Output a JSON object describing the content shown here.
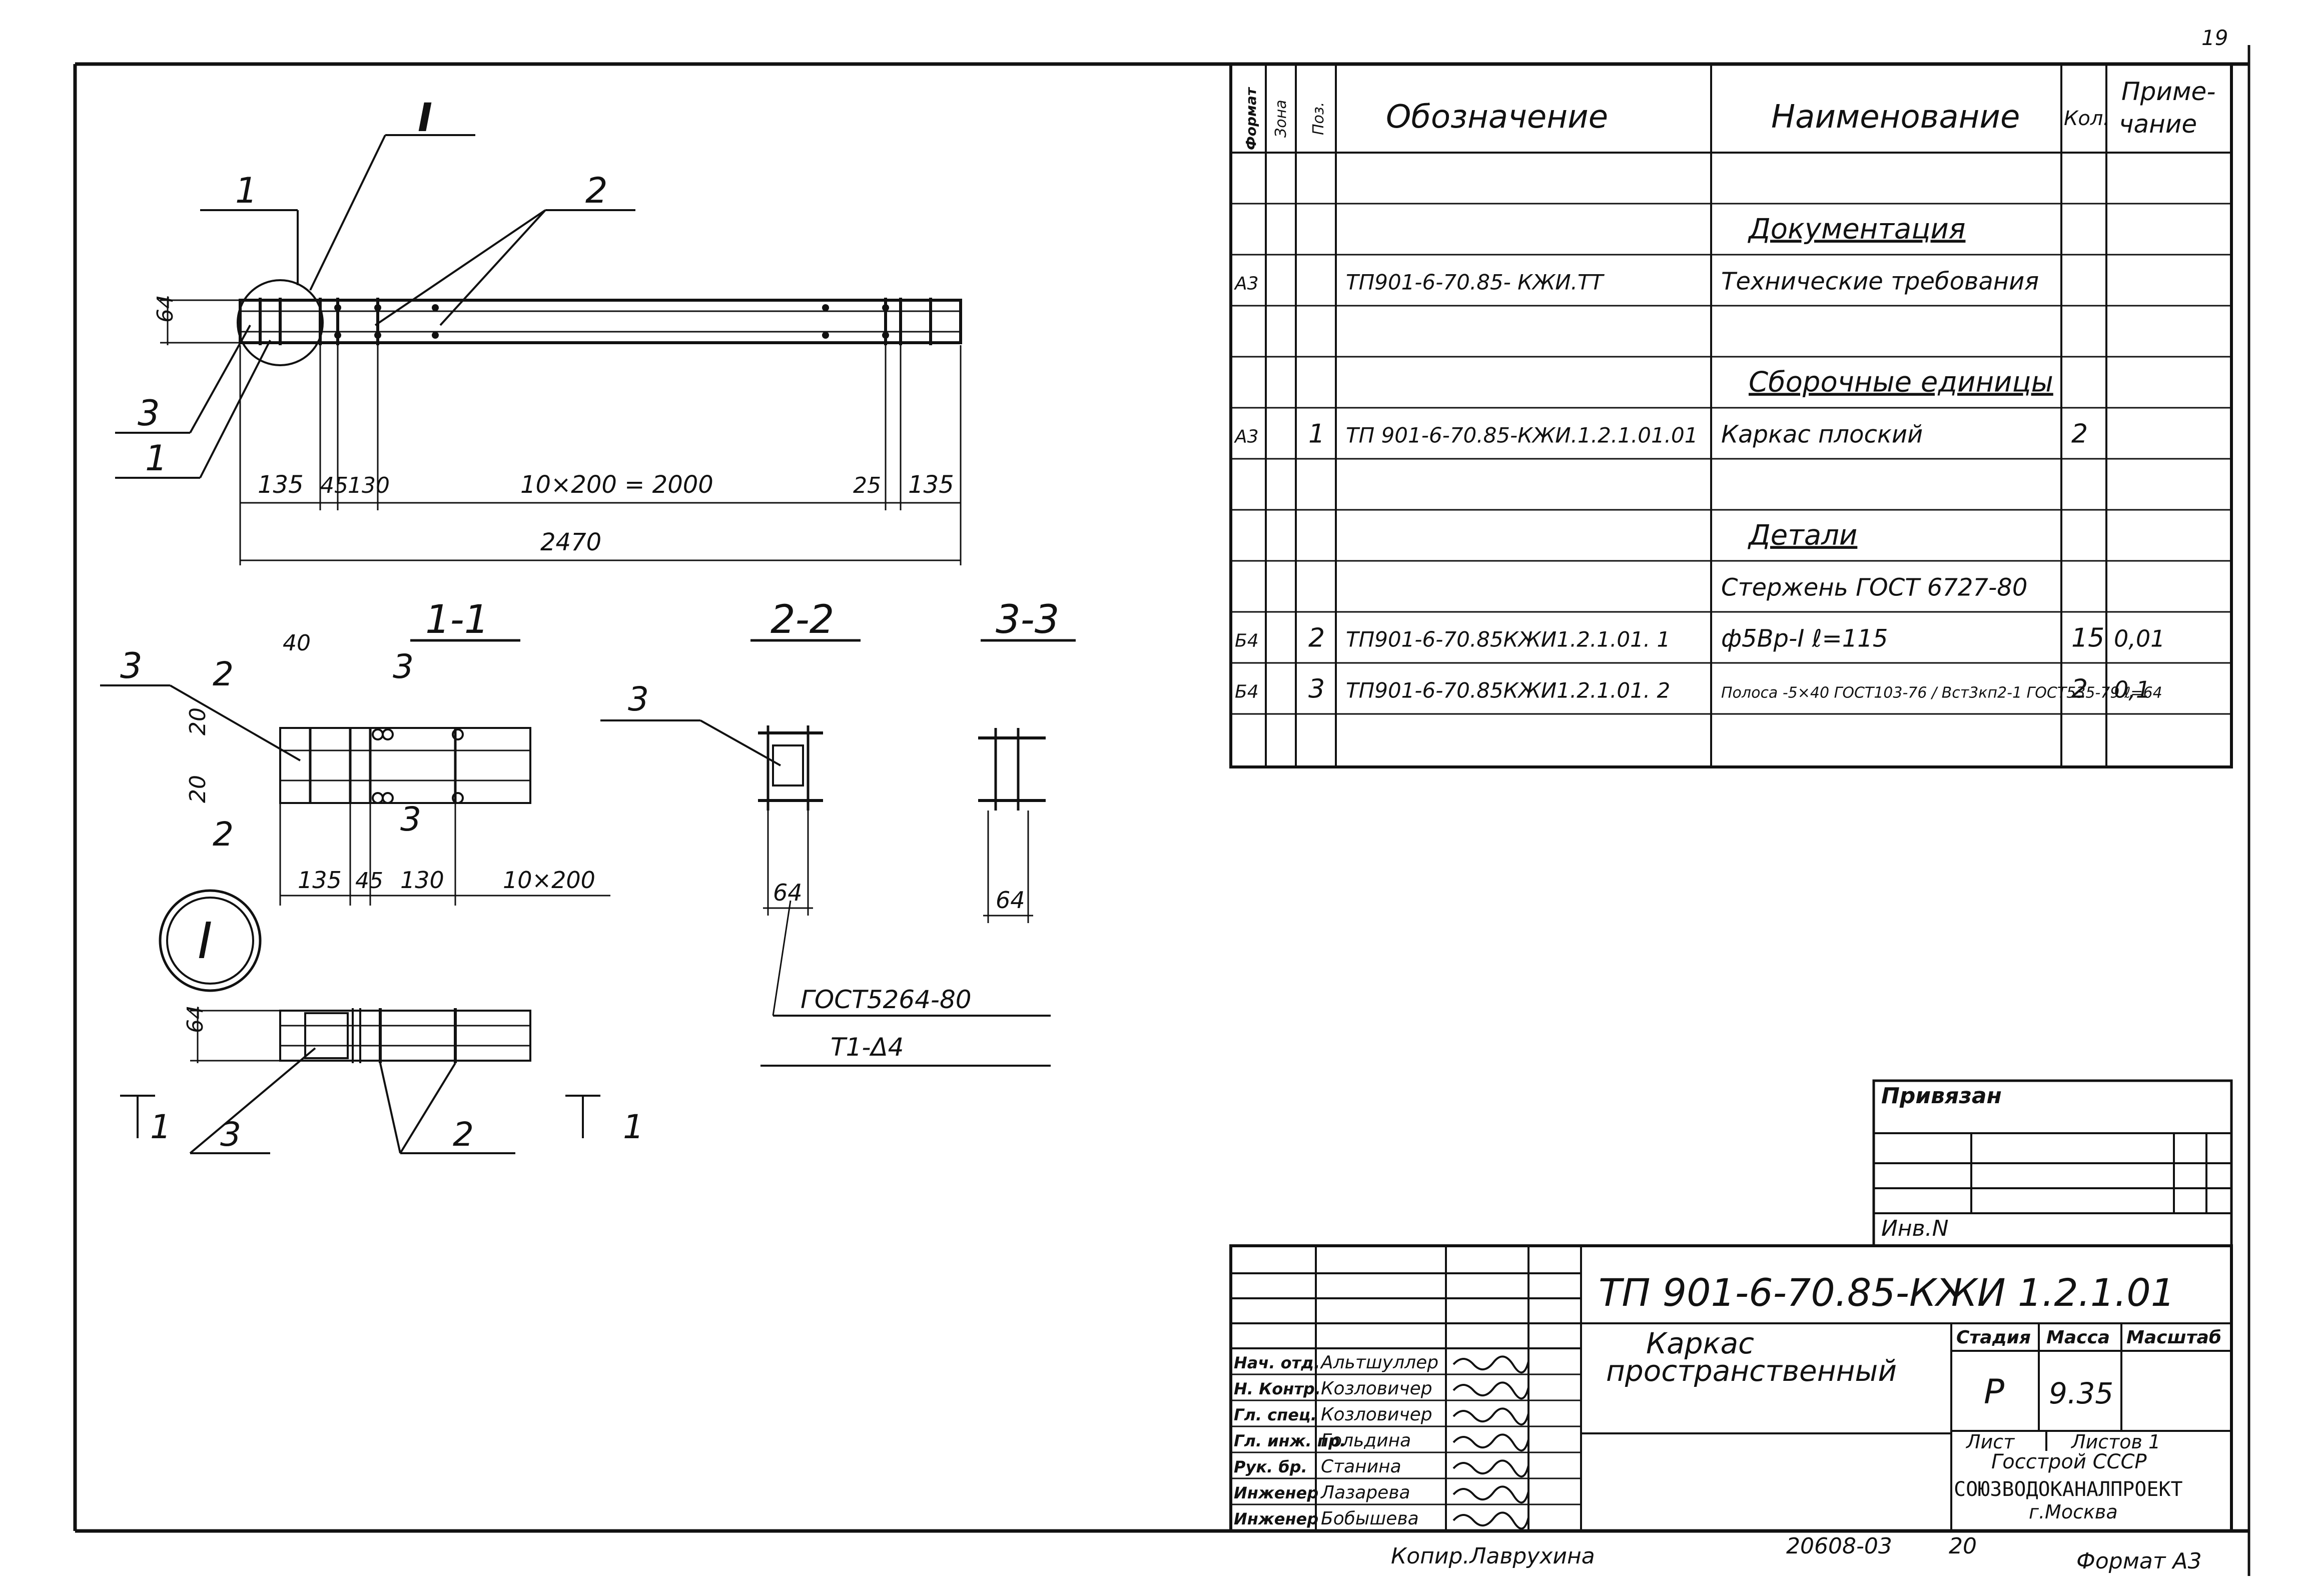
{
  "page_number": "19",
  "bottom": {
    "copied_by": "Копир.Лаврухина",
    "archive_number": "20608-03",
    "sheet_code": "20",
    "format_label": "Формат А3"
  },
  "drawing": {
    "main_view": {
      "node_label": "I",
      "section_1": "1",
      "section_2": "2",
      "pos_3": "3",
      "pos_1": "1",
      "height_dim": "64",
      "dims": [
        "135",
        "45",
        "130",
        "10×200 = 2000",
        "25",
        "135"
      ],
      "total_dim": "2470"
    },
    "section_1_1": {
      "title": "1-1",
      "dim_40": "40",
      "dim_20a": "20",
      "dim_20b": "20",
      "pos_3": "3",
      "cut_2a": "2",
      "cut_2b": "2",
      "cut_3a": "3",
      "cut_3b": "3",
      "dims": [
        "135",
        "45",
        "130",
        "10×200"
      ]
    },
    "section_2_2": {
      "title": "2-2",
      "pos_3": "3",
      "dim_64": "64",
      "weld_standard": "ГОСТ5264-80",
      "weld_type": "Т1-Δ4"
    },
    "section_3_3": {
      "title": "3-3",
      "dim_64": "64"
    },
    "node_I": {
      "label": "I",
      "height_dim": "64",
      "pos_3": "3",
      "pos_2": "2",
      "view_mark": "1",
      "view_mark2": "1"
    }
  },
  "spec_table": {
    "headers": {
      "format": "Формат",
      "zone": "Зона",
      "pos": "Поз.",
      "designation": "Обозначение",
      "name": "Наименование",
      "qty": "Кол.",
      "note": "Приме-чание"
    },
    "rows": [
      {
        "format": "",
        "zone": "",
        "pos": "",
        "designation": "",
        "name": "",
        "qty": "",
        "note": ""
      },
      {
        "format": "",
        "zone": "",
        "pos": "",
        "designation": "",
        "name": "Документация",
        "qty": "",
        "note": "",
        "heading": true
      },
      {
        "format": "А3",
        "zone": "",
        "pos": "",
        "designation": "ТП901-6-70.85- КЖИ.ТТ",
        "name": "Технические требования",
        "qty": "",
        "note": ""
      },
      {
        "format": "",
        "zone": "",
        "pos": "",
        "designation": "",
        "name": "",
        "qty": "",
        "note": ""
      },
      {
        "format": "",
        "zone": "",
        "pos": "",
        "designation": "",
        "name": "Сборочные единицы",
        "qty": "",
        "note": "",
        "heading": true
      },
      {
        "format": "А3",
        "zone": "",
        "pos": "1",
        "designation": "ТП 901-6-70.85-КЖИ.1.2.1.01.01",
        "name": "Каркас плоский",
        "qty": "2",
        "note": ""
      },
      {
        "format": "",
        "zone": "",
        "pos": "",
        "designation": "",
        "name": "",
        "qty": "",
        "note": ""
      },
      {
        "format": "",
        "zone": "",
        "pos": "",
        "designation": "",
        "name": "Детали",
        "qty": "",
        "note": "",
        "heading": true
      },
      {
        "format": "",
        "zone": "",
        "pos": "",
        "designation": "",
        "name": "Стержень ГОСТ 6727-80",
        "qty": "",
        "note": ""
      },
      {
        "format": "Б4",
        "zone": "",
        "pos": "2",
        "designation": "ТП901-6-70.85КЖИ1.2.1.01. 1",
        "name": "ф5Вр-I ℓ=115",
        "qty": "15",
        "note": "0,01"
      },
      {
        "format": "Б4",
        "zone": "",
        "pos": "3",
        "designation": "ТП901-6-70.85КЖИ1.2.1.01. 2",
        "name": "Полоса -5×40 ГОСТ103-76 / Вст3кп2-1 ГОСТ535-79  ℓ=64",
        "qty": "2",
        "note": "0,1"
      },
      {
        "format": "",
        "zone": "",
        "pos": "",
        "designation": "",
        "name": "",
        "qty": "",
        "note": ""
      }
    ]
  },
  "binding_box": {
    "title": "Привязан",
    "inv_label": "Инв.N"
  },
  "title_block": {
    "document_code": "ТП 901-6-70.85-КЖИ 1.2.1.01",
    "item_name_line1": "Каркас",
    "item_name_line2": "пространственный",
    "stage_header": "Стадия",
    "mass_header": "Масса",
    "scale_header": "Масштаб",
    "stage": "Р",
    "mass": "9.35",
    "sheet_label": "Лист",
    "sheets_label": "Листов 1",
    "org_line1": "Госстрой СССР",
    "org_line2": "СОЮЗВОДОКАНАЛПРОЕКТ",
    "org_line3": "г.Москва",
    "signatures": [
      {
        "role": "Нач. отд.",
        "name": "Альтшуллер"
      },
      {
        "role": "Н. Контр.",
        "name": "Козловичер"
      },
      {
        "role": "Гл. спец.",
        "name": "Козловичер"
      },
      {
        "role": "Гл. инж. пр.",
        "name": "Гольдина"
      },
      {
        "role": "Рук. бр.",
        "name": "Станина"
      },
      {
        "role": "Инженер",
        "name": "Лазарева"
      },
      {
        "role": "Инженер",
        "name": "Бобышева"
      }
    ]
  }
}
